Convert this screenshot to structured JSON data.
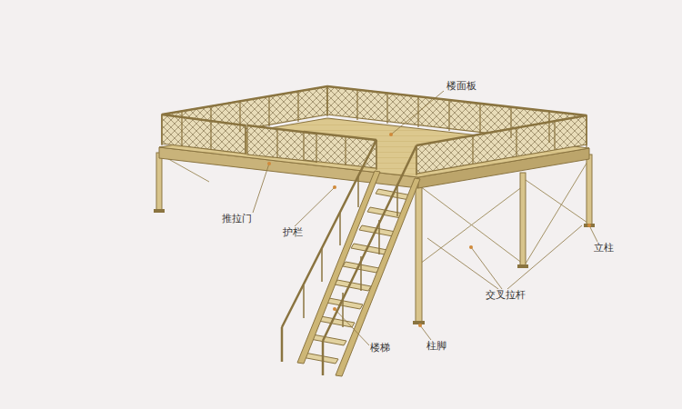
{
  "diagram": {
    "labels": [
      "楼面板",
      "推拉门",
      "护栏",
      "立柱",
      "交叉拉杆",
      "楼梯",
      "柱脚"
    ]
  }
}
